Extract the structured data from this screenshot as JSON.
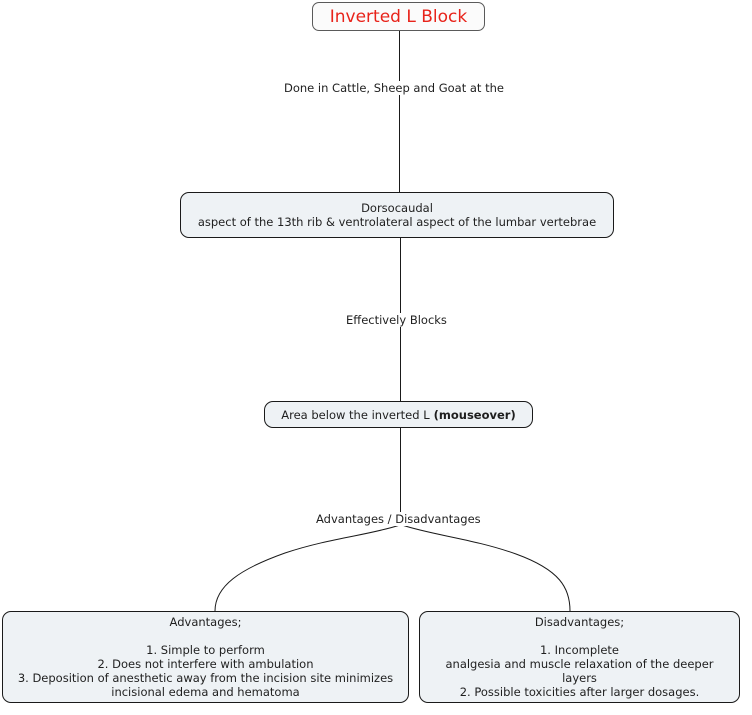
{
  "diagram": {
    "title_node": {
      "label": "Inverted L Block",
      "color": "#e8231a"
    },
    "edge_labels": {
      "done_in": "Done in Cattle, Sheep and Goat at the",
      "effectively_blocks": "Effectively Blocks",
      "advantages_disadvantages": "Advantages / Disadvantages"
    },
    "site_node": {
      "line1": "Dorsocaudal",
      "line2": "aspect of the 13th rib & ventrolateral aspect of the lumbar vertebrae"
    },
    "area_node": {
      "text": "Area below the inverted L",
      "emphasis": "(mouseover)"
    },
    "advantages_node": {
      "heading": "Advantages;",
      "items": "1. Simple to perform\n2. Does not interfere with ambulation\n3. Deposition of anesthetic away from the incision site minimizes\nincisional edema and hematoma"
    },
    "disadvantages_node": {
      "heading": "Disadvantages;",
      "items": "1. Incomplete\nanalgesia and muscle relaxation of the deeper layers\n2. Possible toxicities after larger dosages."
    },
    "style": {
      "node_fill": "#eef2f5",
      "node_border": "#1a1a1a",
      "connector_color": "#1a1a1a",
      "background": "#ffffff"
    }
  }
}
